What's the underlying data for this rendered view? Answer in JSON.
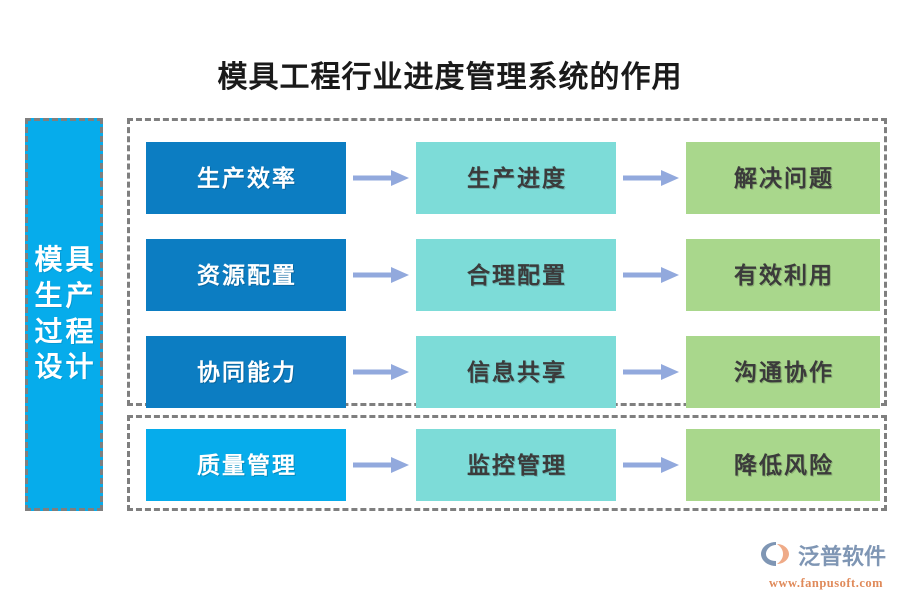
{
  "page": {
    "title": "模具工程行业进度管理系统的作用",
    "background": "#ffffff"
  },
  "colors": {
    "stage_a": "#0c7dc2",
    "stage_a_light": "#06aceb",
    "stage_b": "#7ddcd8",
    "stage_c": "#a9d78c",
    "arrow": "#92a9dd",
    "dashed_border": "#7f7f7f",
    "title_text": "#1a1a1a",
    "light_text": "#ffffff",
    "dark_text": "#3b3b3b",
    "logo_text": "#7f96b4",
    "logo_url": "#e08a5a"
  },
  "left_panel": {
    "lines": [
      "模具",
      "生产",
      "过程",
      "设计"
    ]
  },
  "groups": [
    {
      "id": "group-top",
      "rows": [
        {
          "cells": [
            {
              "label": "生产效率",
              "stage": "stage-a"
            },
            {
              "label": "生产进度",
              "stage": "stage-b"
            },
            {
              "label": "解决问题",
              "stage": "stage-c"
            }
          ]
        },
        {
          "cells": [
            {
              "label": "资源配置",
              "stage": "stage-a"
            },
            {
              "label": "合理配置",
              "stage": "stage-b"
            },
            {
              "label": "有效利用",
              "stage": "stage-c"
            }
          ]
        },
        {
          "cells": [
            {
              "label": "协同能力",
              "stage": "stage-a"
            },
            {
              "label": "信息共享",
              "stage": "stage-b"
            },
            {
              "label": "沟通协作",
              "stage": "stage-c"
            }
          ]
        }
      ]
    },
    {
      "id": "group-bottom",
      "rows": [
        {
          "cells": [
            {
              "label": "质量管理",
              "stage": "stage-a-light"
            },
            {
              "label": "监控管理",
              "stage": "stage-b"
            },
            {
              "label": "降低风险",
              "stage": "stage-c"
            }
          ]
        }
      ]
    }
  ],
  "logo": {
    "mark": "fanpu-swoosh-icon",
    "name": "泛普软件",
    "url": "www.fanpusoft.com"
  }
}
